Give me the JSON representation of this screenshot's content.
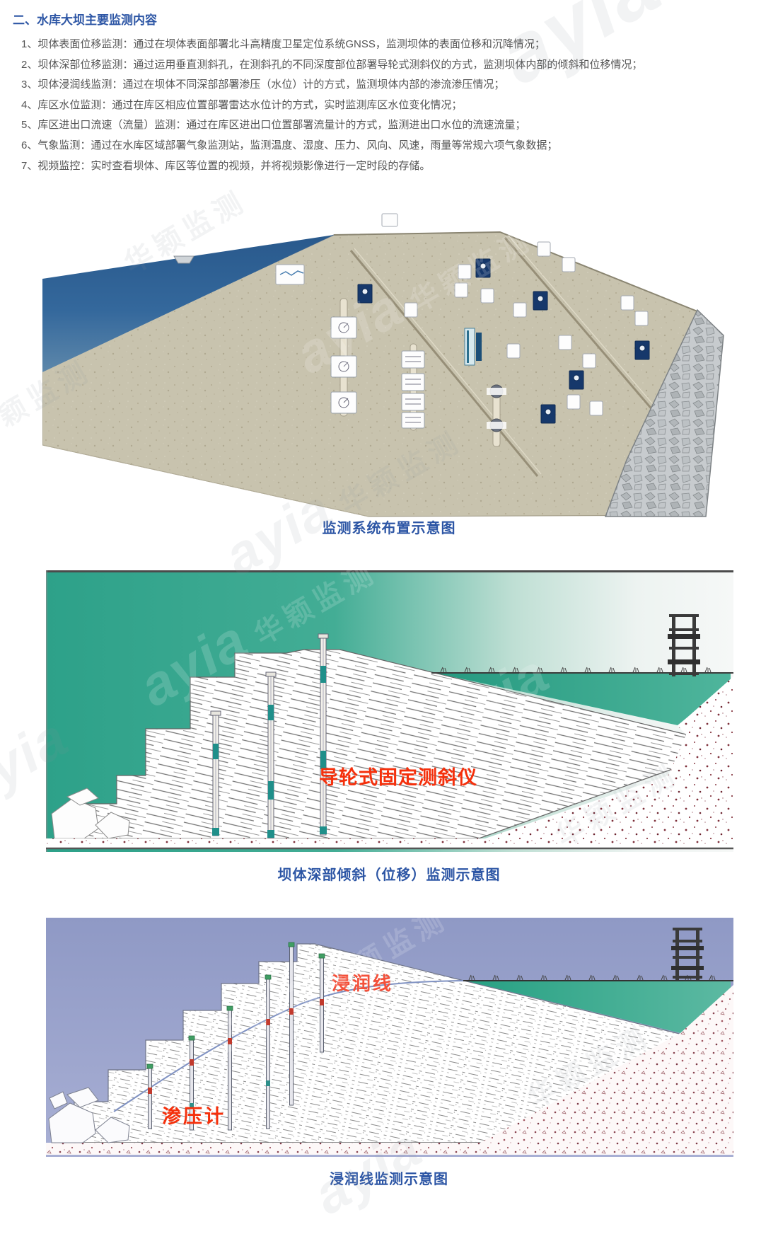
{
  "page": {
    "title": "二、水库大坝主要监测内容"
  },
  "list": {
    "items": [
      "1、坝体表面位移监测：通过在坝体表面部署北斗高精度卫星定位系统GNSS，监测坝体的表面位移和沉降情况；",
      "2、坝体深部位移监测：通过运用垂直测斜孔，在测斜孔的不同深度部位部署导轮式测斜仪的方式，监测坝体内部的倾斜和位移情况；",
      "3、坝体浸润线监测：通过在坝体不同深部部署渗压（水位）计的方式，监测坝体内部的渗流渗压情况；",
      "4、库区水位监测：通过在库区相应位置部署雷达水位计的方式，实时监测库区水位变化情况；",
      "5、库区进出口流速（流量）监测：通过在库区进出口位置部署流量计的方式，监测进出口水位的流速流量；",
      "6、气象监测：通过在水库区域部署气象监测站，监测温度、湿度、压力、风向、风速，雨量等常规六项气象数据；",
      "7、视频监控：实时查看坝体、库区等位置的视频，并将视频影像进行一定时段的存储。"
    ]
  },
  "figures": {
    "fig1": {
      "caption": "监测系统布置示意图"
    },
    "fig2": {
      "caption": "坝体深部倾斜（位移）监测示意图",
      "inclinometer_label": "导轮式固定测斜仪"
    },
    "fig3": {
      "caption": "浸润线监测示意图",
      "phreatic_label": "浸润线",
      "piezometer_label": "渗压计"
    }
  },
  "watermark": {
    "brand": "ayia",
    "name": "华颖监测"
  },
  "colors": {
    "heading_blue": "#2d56a5",
    "label_red": "#f5300c",
    "water_blue": "#2d5e92",
    "reservoir_teal": "#2fa78a",
    "sky_lavender": "#98a1ca"
  }
}
